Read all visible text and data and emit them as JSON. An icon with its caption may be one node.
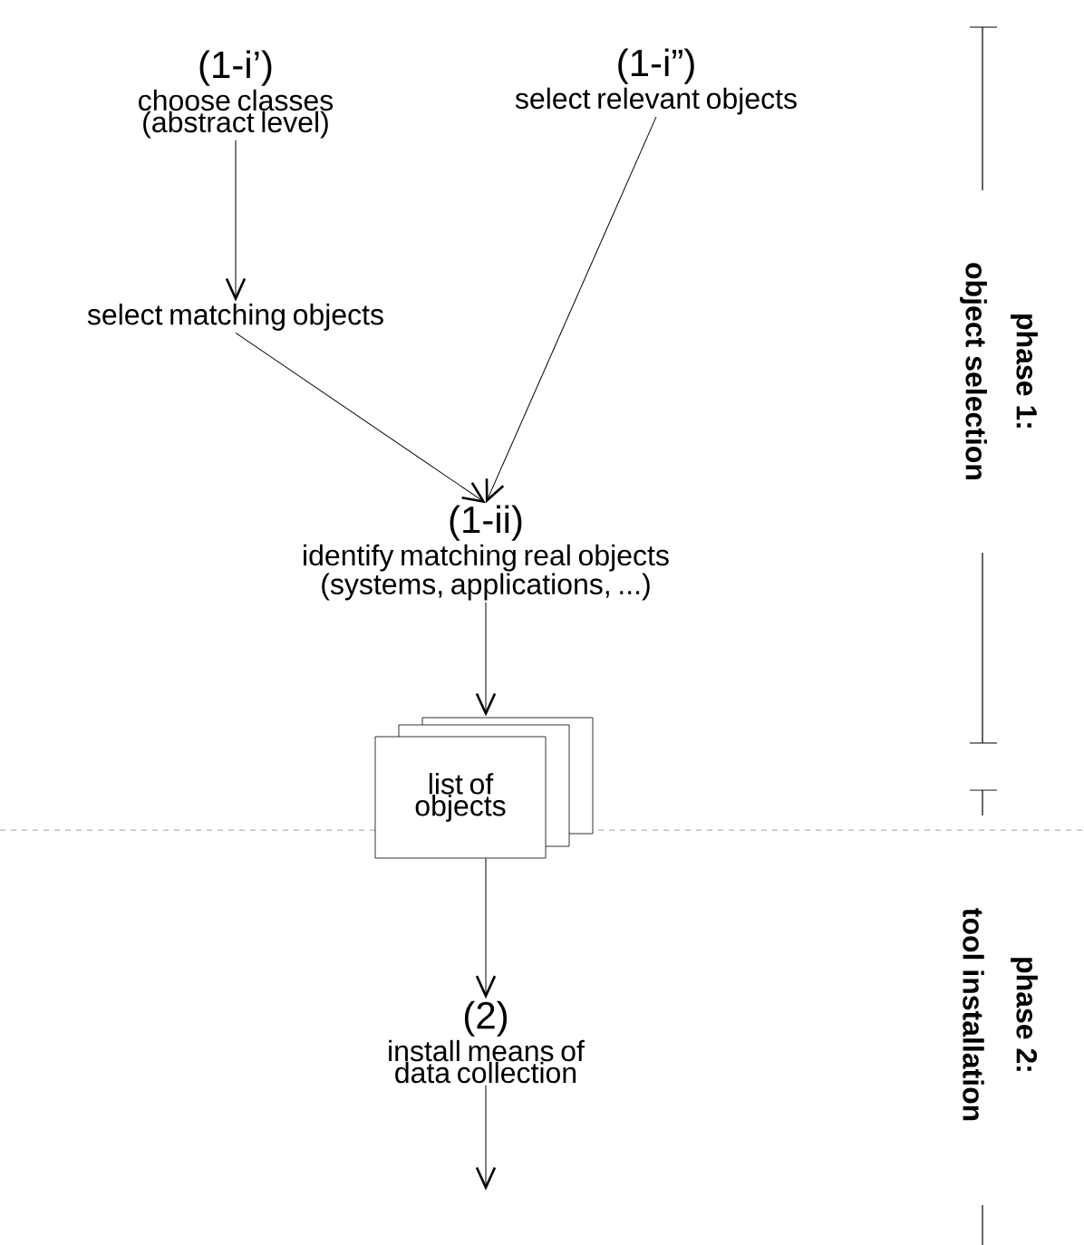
{
  "diagram": {
    "nodes": [
      {
        "text": [
          "(1-i’)",
          "choose classes (abstract level)"
        ]
      },
      {
        "text": [
          "select matching objects"
        ]
      },
      {
        "text": [
          "(1-i”)",
          "select relevant objects"
        ]
      },
      {
        "text": [
          "(1-ii)",
          "identify matching real objects (systems, applications, ...)"
        ]
      },
      {
        "text": [
          "list of objects"
        ]
      },
      {
        "text": [
          "(2)",
          "install means of data collection"
        ]
      }
    ],
    "edges": [
      {
        "from": 0,
        "to": 1,
        "arrow": "to"
      },
      {
        "from": 1,
        "to": 3,
        "arrow": "to"
      },
      {
        "from": 2,
        "to": 3,
        "arrow": "to"
      },
      {
        "from": 3,
        "to": 4,
        "arrow": "to"
      },
      {
        "from": 4,
        "to": 5,
        "arrow": "to"
      },
      {
        "from": 5,
        "to": null,
        "arrow": "to"
      }
    ],
    "labels": [
      "phase 1:",
      "object selection",
      "phase 2:",
      "tool installation"
    ]
  }
}
